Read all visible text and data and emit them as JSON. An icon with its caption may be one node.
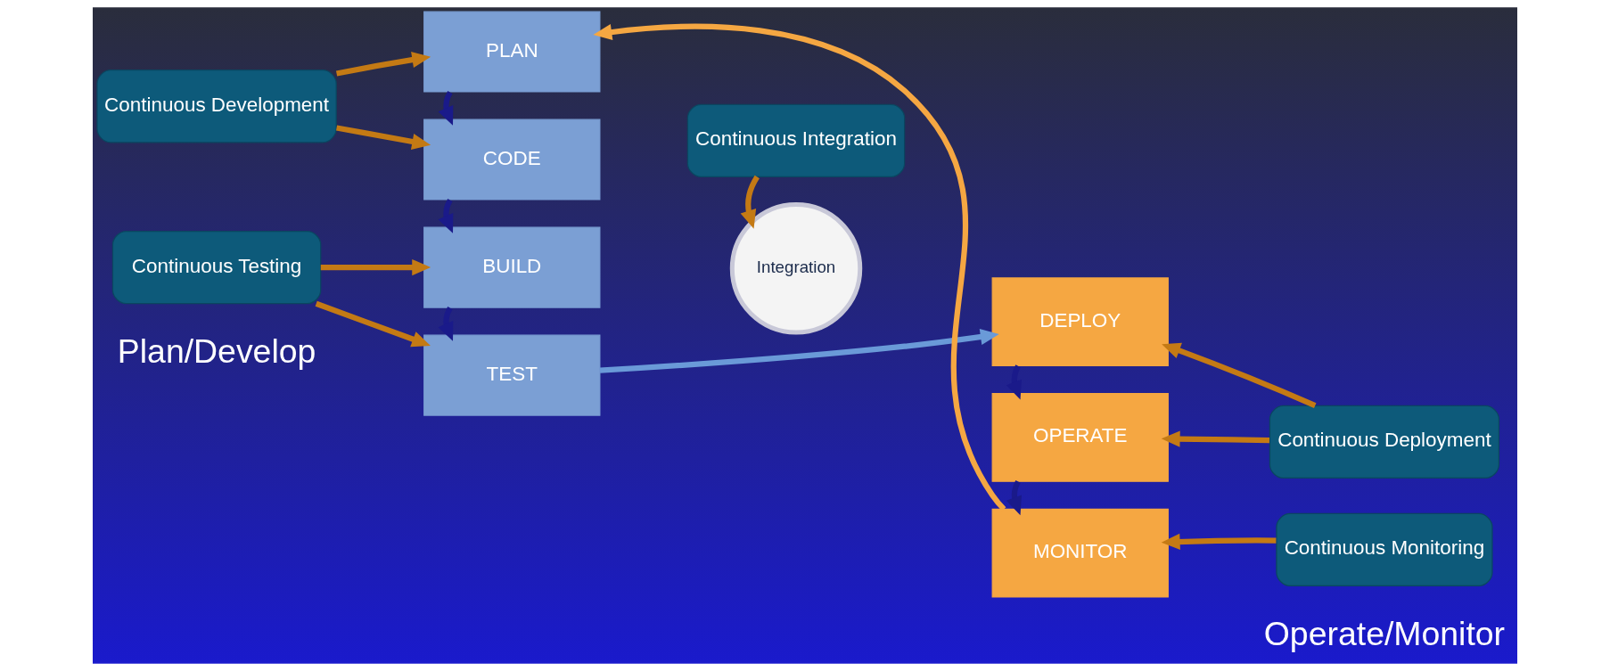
{
  "diagram": {
    "nodes": [
      {
        "text": [
          "Continuous Development"
        ]
      },
      {
        "text": [
          "PLAN"
        ]
      },
      {
        "text": [
          "CODE"
        ]
      },
      {
        "text": [
          "Continuous Testing"
        ]
      },
      {
        "text": [
          "BUILD"
        ]
      },
      {
        "text": [
          "TEST"
        ]
      },
      {
        "text": [
          "Integration"
        ]
      },
      {
        "text": [
          "DEPLOY"
        ]
      },
      {
        "text": [
          "OPERATE"
        ]
      },
      {
        "text": [
          "MONITOR"
        ]
      },
      {
        "text": [
          "Continuous Deployment"
        ]
      },
      {
        "text": [
          "Continuous Monitoring"
        ]
      },
      {
        "text": [
          "Continuous Integration"
        ]
      }
    ],
    "edges": [
      {
        "from": 0,
        "to": 1,
        "arrow": "to",
        "color": "#c47a14"
      },
      {
        "from": 0,
        "to": 2,
        "arrow": "to",
        "color": "#c47a14"
      },
      {
        "from": 3,
        "to": 4,
        "arrow": "to",
        "color": "#c47a14"
      },
      {
        "from": 3,
        "to": 5,
        "arrow": "to",
        "color": "#c47a14"
      },
      {
        "from": 1,
        "to": 2,
        "arrow": "to",
        "color": "#1a1a8a"
      },
      {
        "from": 2,
        "to": 4,
        "arrow": "to",
        "color": "#1a1a8a"
      },
      {
        "from": 4,
        "to": 5,
        "arrow": "to",
        "color": "#1a1a8a"
      },
      {
        "from": 5,
        "to": 7,
        "arrow": "to",
        "color": "#6a9ad8"
      },
      {
        "from": 9,
        "to": 1,
        "arrow": "to",
        "color": "#f5a742"
      },
      {
        "from": 12,
        "to": 6,
        "arrow": "to",
        "color": "#c47a14"
      },
      {
        "from": 7,
        "to": 8,
        "arrow": "to",
        "color": "#1a1a8a"
      },
      {
        "from": 8,
        "to": 9,
        "arrow": "to",
        "color": "#1a1a8a"
      },
      {
        "from": 10,
        "to": 7,
        "arrow": "to",
        "color": "#c47a14"
      },
      {
        "from": 10,
        "to": 8,
        "arrow": "to",
        "color": "#c47a14"
      },
      {
        "from": 11,
        "to": 9,
        "arrow": "to",
        "color": "#c47a14"
      }
    ],
    "labels": [
      "Plan/Develop",
      "Operate/Monitor"
    ]
  }
}
